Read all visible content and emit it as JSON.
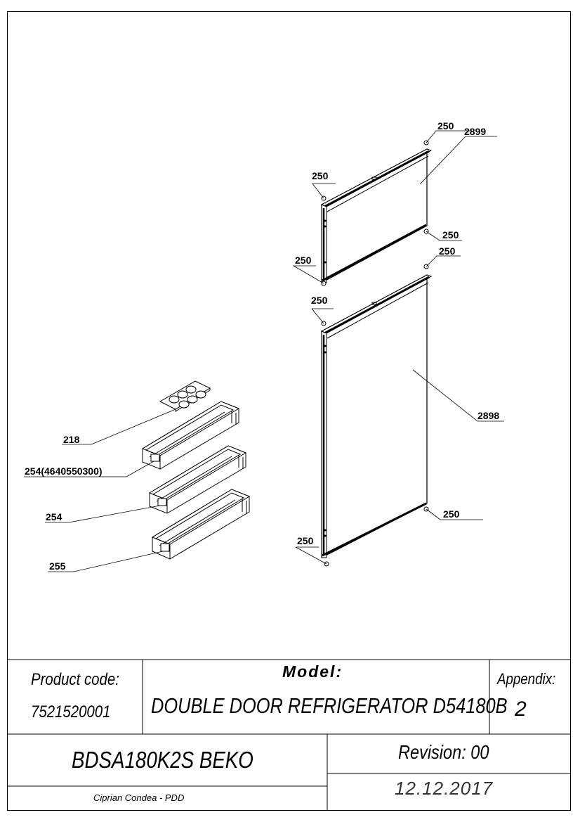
{
  "callouts": {
    "c250_top_right": "250",
    "c2899": "2899",
    "c250_upper_left": "250",
    "c250_mid_right": "250",
    "c250_mid_right2": "250",
    "c250_mid_left": "250",
    "c250_lower_left": "250",
    "c2898": "2898",
    "c250_bottom_right": "250",
    "c250_bottom_left": "250",
    "c218": "218",
    "c254a": "254(4640550300)",
    "c254b": "254",
    "c255": "255"
  },
  "title_block": {
    "product_code_label": "Product code:",
    "product_code": "7521520001",
    "model_label": "Model:",
    "model": "DOUBLE DOOR REFRIGERATOR D54180B",
    "appendix_label": "Appendix:",
    "appendix": "2",
    "bom_code": "BDSA180K2S BEKO",
    "revision": "Revision: 00",
    "author": "Ciprian Condea - PDD",
    "date": "12.12.2017"
  }
}
